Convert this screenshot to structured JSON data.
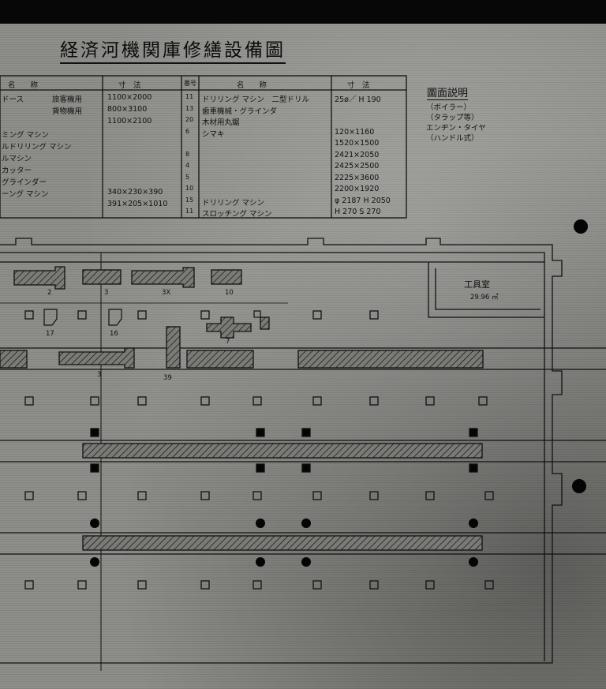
{
  "title": "経済河機関庫修繕設備圖",
  "table_header": {
    "name": "名　　称",
    "size": "寸　法",
    "no": "番号",
    "name2": "名　　称",
    "size2": "寸　法"
  },
  "table_left_rows": [
    {
      "name": "ドース",
      "use": "旅客機用",
      "size": "1100×2000"
    },
    {
      "name": "",
      "use": "貨物機用",
      "size": "800×3100"
    },
    {
      "name": "",
      "use": "",
      "size": "1100×2100"
    },
    {
      "name": "ミング マシン",
      "use": "",
      "size": ""
    },
    {
      "name": "ルドリリング マシン",
      "use": "",
      "size": ""
    },
    {
      "name": "ルマシン",
      "use": "",
      "size": ""
    },
    {
      "name": "カッター",
      "use": "",
      "size": ""
    },
    {
      "name": "グラインダー",
      "use": "",
      "size": ""
    },
    {
      "name": "ーング マシン",
      "use": "",
      "size": "340×230×390"
    },
    {
      "name": "",
      "use": "",
      "size": "391×205×1010"
    }
  ],
  "table_right_rows": [
    {
      "no": "11",
      "name": "ドリリング マシン　二型ドリル",
      "size": "25ø／ H 190"
    },
    {
      "no": "13",
      "name": "歯車機械・グラインダ",
      "size": ""
    },
    {
      "no": "20",
      "name": "木材用丸鋸",
      "size": ""
    },
    {
      "no": "6",
      "name": "シマキ",
      "size": "120×1160"
    },
    {
      "no": "",
      "name": "",
      "size": "1520×1500"
    },
    {
      "no": "8",
      "name": "",
      "size": "2421×2050"
    },
    {
      "no": "4",
      "name": "",
      "size": "2425×2500"
    },
    {
      "no": "5",
      "name": "",
      "size": "2225×3600"
    },
    {
      "no": "10",
      "name": "",
      "size": "2200×1920"
    },
    {
      "no": "15",
      "name": "ドリリング マシン",
      "size": "φ 2187 H 2050"
    },
    {
      "no": "11",
      "name": "スロッチング マシン",
      "size": "H 270 S 270"
    }
  ],
  "legend": {
    "title": "圖面説明",
    "lines": [
      "（ボイラー）",
      "（タラップ等）",
      "エンヂン・タイヤ",
      "（ハンドル式）"
    ]
  },
  "room": {
    "label": "工具室",
    "area": "29.96 ㎡"
  },
  "machine_labels": [
    "2",
    "3",
    "3X",
    "10",
    "17",
    "16",
    "7",
    "3",
    "39"
  ],
  "colors": {
    "paper": "#8a8a86",
    "ink": "#111111",
    "hatch_fill": "#6a6a66"
  }
}
